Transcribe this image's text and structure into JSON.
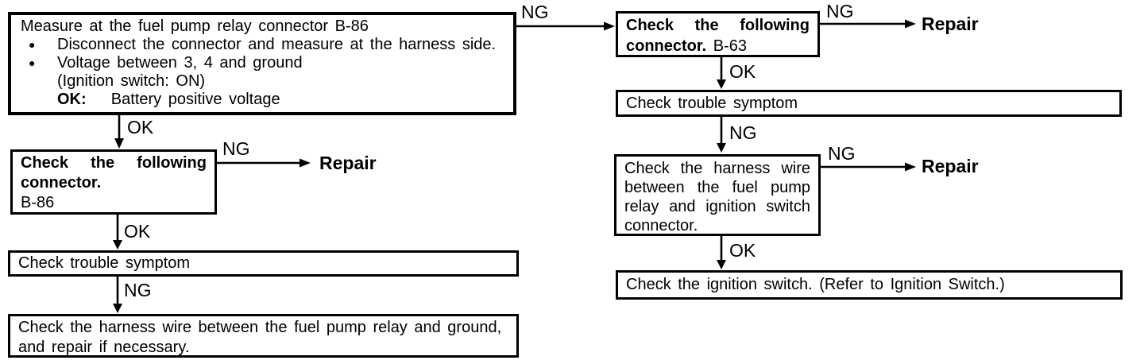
{
  "labels": {
    "ok": "OK",
    "ng": "NG",
    "repair": "Repair"
  },
  "boxes": {
    "measure": {
      "title": "Measure at the fuel pump relay connector B-86",
      "bullet_glyph": "●",
      "bullet1": "Disconnect the connector and measure at the harness side.",
      "bullet2": "Voltage between 3, 4 and ground",
      "bullet2_note": "(Ignition switch: ON)",
      "bullet2_ok_key": "OK:",
      "bullet2_ok_val": "Battery positive voltage"
    },
    "connector_b86": {
      "action": "Check the following connector.",
      "code": "B-86"
    },
    "trouble_left": {
      "text": "Check trouble symptom"
    },
    "harness_ground": {
      "line1": "Check the harness wire between the fuel pump relay and ground,",
      "line2": "and repair if necessary."
    },
    "connector_b63": {
      "action": "Check the following connector.",
      "code": "B-63"
    },
    "trouble_right": {
      "text": "Check trouble symptom"
    },
    "harness_ignition": {
      "text": "Check the harness wire between the fuel pump relay and ignition switch connector."
    },
    "ignition_switch": {
      "text": "Check the ignition switch. (Refer to Ignition Switch.)"
    }
  }
}
